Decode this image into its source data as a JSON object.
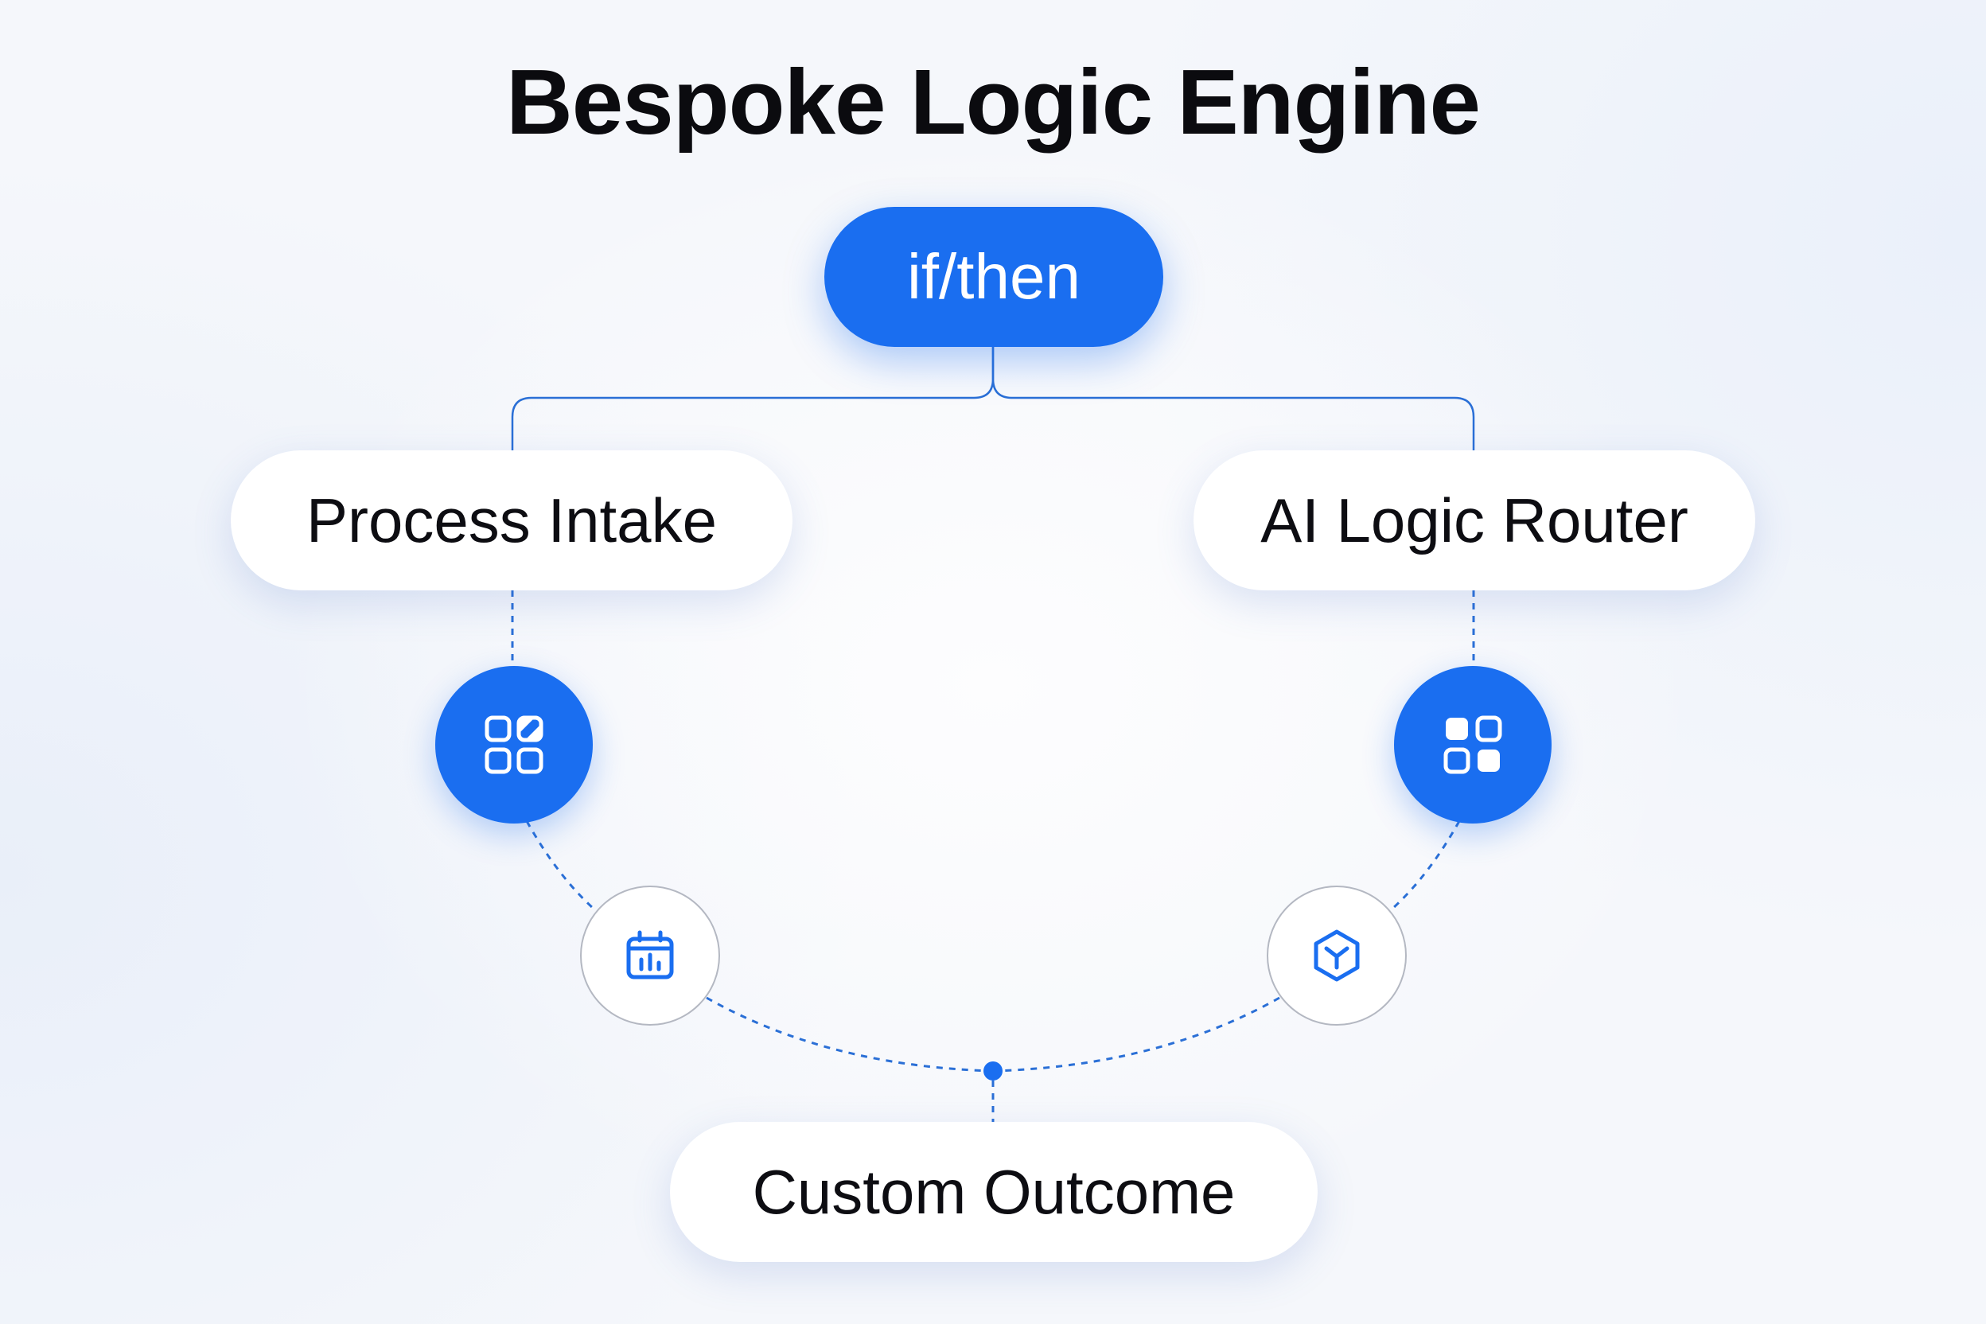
{
  "title": "Bespoke Logic Engine",
  "nodes": {
    "root": "if/then",
    "left_branch": "Process Intake",
    "right_branch": "AI Logic Router",
    "outcome": "Custom Outcome"
  },
  "icons": {
    "left_node": "grid-modules-icon",
    "right_node": "grid-apps-icon",
    "left_small": "analytics-calendar-icon",
    "right_small": "hexagon-merge-icon"
  },
  "colors": {
    "accent": "#1a6ef0",
    "connector": "#2a6fd6",
    "outline": "#b4b8c2",
    "text": "#0b0b0f"
  }
}
